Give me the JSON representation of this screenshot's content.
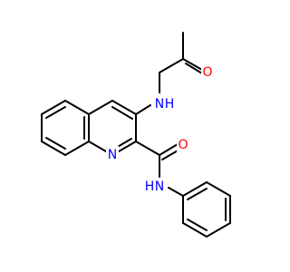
{
  "molecule": {
    "atoms": {
      "N_amine": {
        "symbol": "N",
        "hydrogen": "H",
        "color": "#0000ff"
      },
      "O_ketone": {
        "symbol": "O",
        "color": "#ff0000"
      },
      "N_ring": {
        "symbol": "N",
        "color": "#0000ff"
      },
      "O_amide": {
        "symbol": "O",
        "color": "#ff0000"
      },
      "N_amide": {
        "symbol": "N",
        "hydrogen": "H",
        "color": "#0000ff"
      }
    },
    "bond_color": "#000000"
  }
}
